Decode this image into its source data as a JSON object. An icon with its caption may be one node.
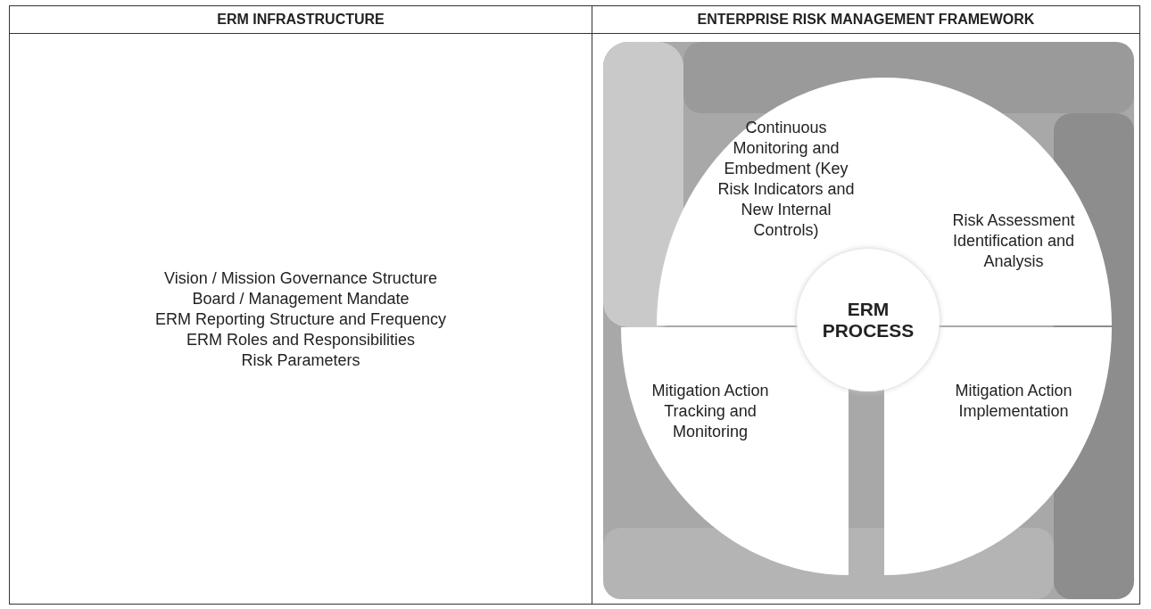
{
  "diagram": {
    "nodes": [
      {
        "text": [
          "Continuous Monitoring and Embedment (Key Risk Indicators and New Internal Controls)"
        ]
      },
      {
        "text": [
          "Risk Assessment Identification and Analysis"
        ]
      },
      {
        "text": [
          "ERM PROCESS"
        ]
      },
      {
        "text": [
          "Mitigation Action Tracking and Monitoring"
        ]
      },
      {
        "text": [
          "Mitigation Action Implementation"
        ]
      }
    ],
    "labels": [
      "ERM INFRASTRUCTURE",
      "ENTERPRISE RISK MANAGEMENT FRAMEWORK",
      "Vision / Mission Governance Structure",
      "Board / Management Mandate",
      "ERM Reporting Structure and Frequency",
      "ERM Roles and Responsibilities",
      "Risk Parameters"
    ]
  }
}
